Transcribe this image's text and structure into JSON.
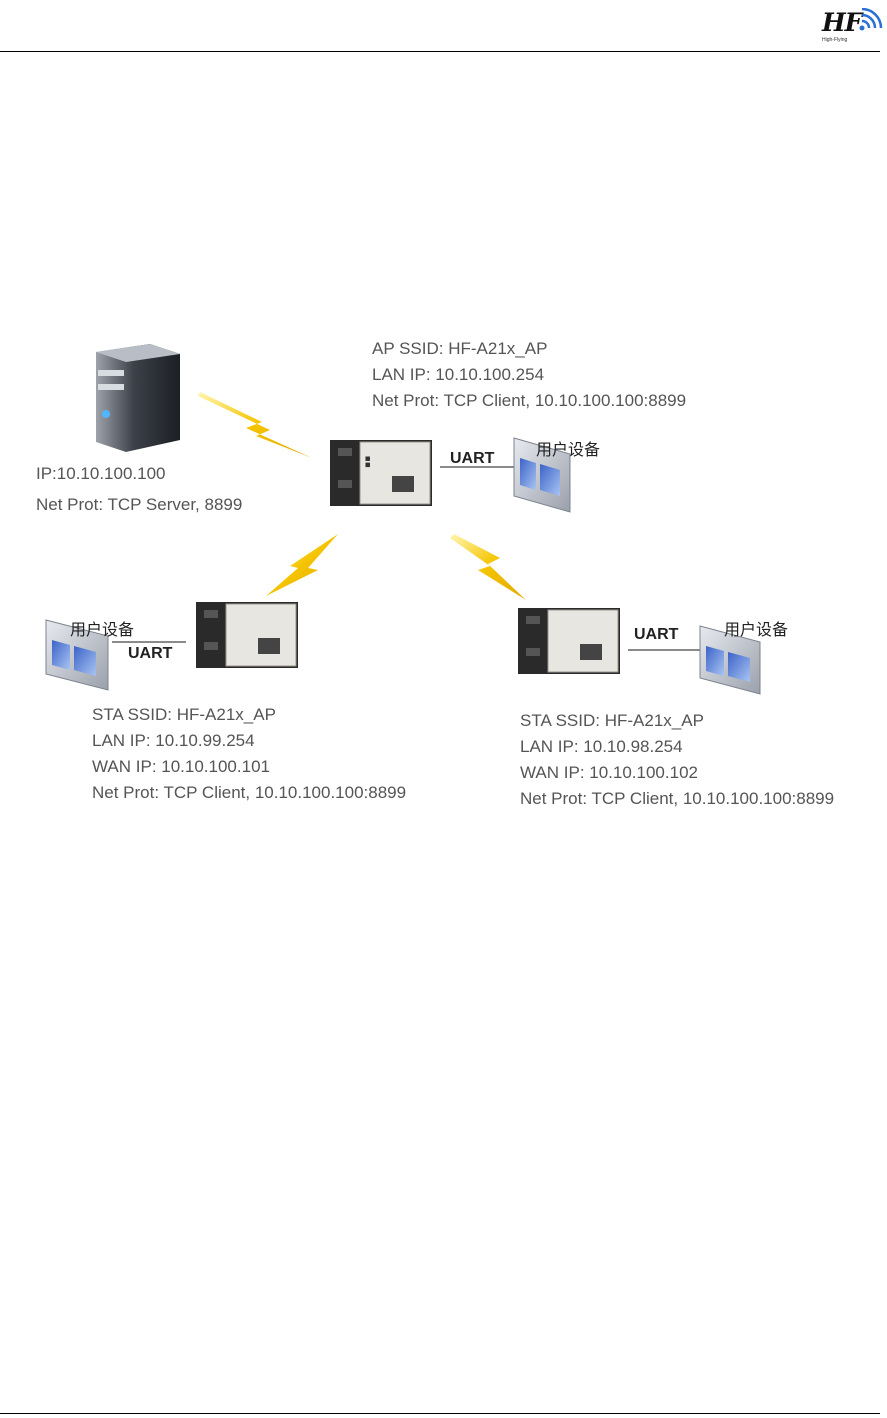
{
  "header": {
    "logo_text": "HF",
    "logo_subtext": "High-Flying"
  },
  "diagram": {
    "ap_module": {
      "ssid": "AP SSID: HF-A21x_AP",
      "lan_ip": "LAN IP: 10.10.100.254",
      "net_prot": "Net Prot: TCP Client, 10.10.100.100:8899"
    },
    "server": {
      "ip": "IP:10.10.100.100",
      "net_prot": "Net Prot: TCP Server, 8899"
    },
    "sta_left": {
      "ssid": "STA SSID: HF-A21x_AP",
      "lan_ip": "LAN IP: 10.10.99.254",
      "wan_ip": "WAN IP: 10.10.100.101",
      "net_prot": "Net Prot: TCP Client, 10.10.100.100:8899"
    },
    "sta_right": {
      "ssid": "STA SSID: HF-A21x_AP",
      "lan_ip": "LAN IP: 10.10.98.254",
      "wan_ip": "WAN IP: 10.10.100.102",
      "net_prot": "Net Prot: TCP Client, 10.10.100.100:8899"
    },
    "uart_label": "UART",
    "user_device_label": "用户设备",
    "colors": {
      "lightning": "#f5c400",
      "text": "#555555",
      "module_board": "#2a2a2a",
      "module_shield": "#e8e6e0",
      "device_body": "#c9ccd4"
    }
  }
}
